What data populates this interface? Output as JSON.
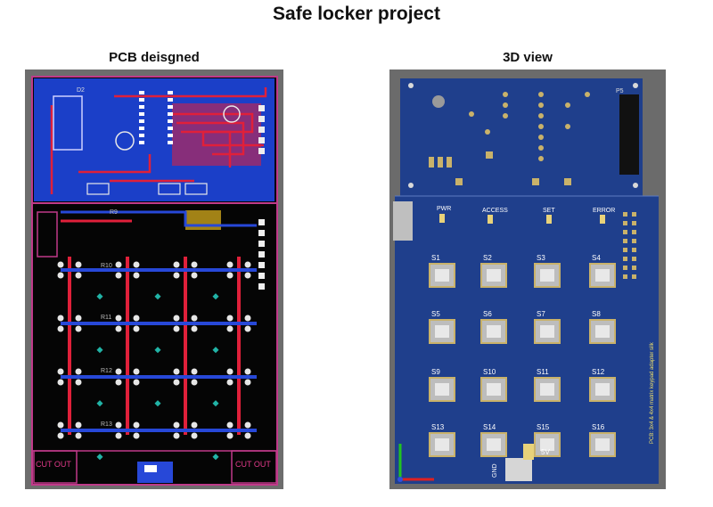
{
  "page": {
    "title": "Safe locker project"
  },
  "pcb": {
    "label": "PCB deisgned",
    "cut_left": "CUT OUT",
    "cut_right": "CUT OUT",
    "refs": {
      "r10": "R10",
      "r11": "R11",
      "r12": "R12",
      "r13": "R13",
      "r9": "R9",
      "d2": "D2"
    }
  },
  "view3d": {
    "label": "3D view",
    "leds": {
      "pwr": "PWR",
      "access": "ACCESS",
      "set": "SET",
      "error": "ERROR"
    },
    "switches": [
      "S1",
      "S2",
      "S3",
      "S4",
      "S5",
      "S6",
      "S7",
      "S8",
      "S9",
      "S10",
      "S11",
      "S12",
      "S13",
      "S14",
      "S15",
      "S16"
    ],
    "power_label": "5V",
    "gnd_label": "GND",
    "side_text": "PCB: 3x4 & 4x4 matrix keypad adapter silk",
    "top_ref": "P5"
  },
  "colors": {
    "pcb_board": "#050505",
    "pcb_top_module": "#1b3fc8",
    "pcb_trace_red": "#e0203a",
    "pcb_trace_blue": "#2748d8",
    "board_3d": "#1f3f8c",
    "pad_gold": "#c9b26a"
  }
}
